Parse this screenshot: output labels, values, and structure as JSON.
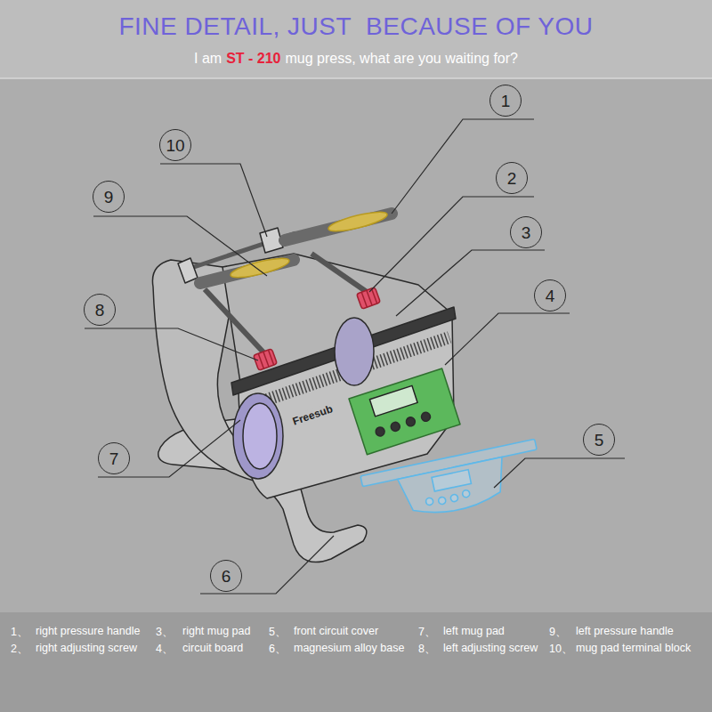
{
  "diagram": {
    "title": "FINE DETAIL, JUST  BECAUSE OF YOU",
    "nodes": [
      {
        "text": [
          "1"
        ]
      },
      {
        "text": [
          "10"
        ]
      },
      {
        "text": [
          "2"
        ]
      },
      {
        "text": [
          "9"
        ]
      },
      {
        "text": [
          "3"
        ]
      },
      {
        "text": [
          "4"
        ]
      },
      {
        "text": [
          "8"
        ]
      },
      {
        "text": [
          "5"
        ]
      },
      {
        "text": [
          "7"
        ]
      },
      {
        "text": [
          "6"
        ]
      }
    ],
    "labels": [
      "I am",
      "ST - 210",
      "mug press, what are you waiting for?",
      "Freesub",
      "1、",
      "right pressure handle",
      "2、",
      "right adjusting screw",
      "3、",
      "right mug pad",
      "4、",
      "circuit board",
      "5、",
      "front circuit cover",
      "6、",
      "magnesium alloy base",
      "7、",
      "left mug pad",
      "8、",
      "left adjusting screw",
      "9、",
      "left pressure handle",
      "10、",
      "mug pad terminal block"
    ]
  }
}
